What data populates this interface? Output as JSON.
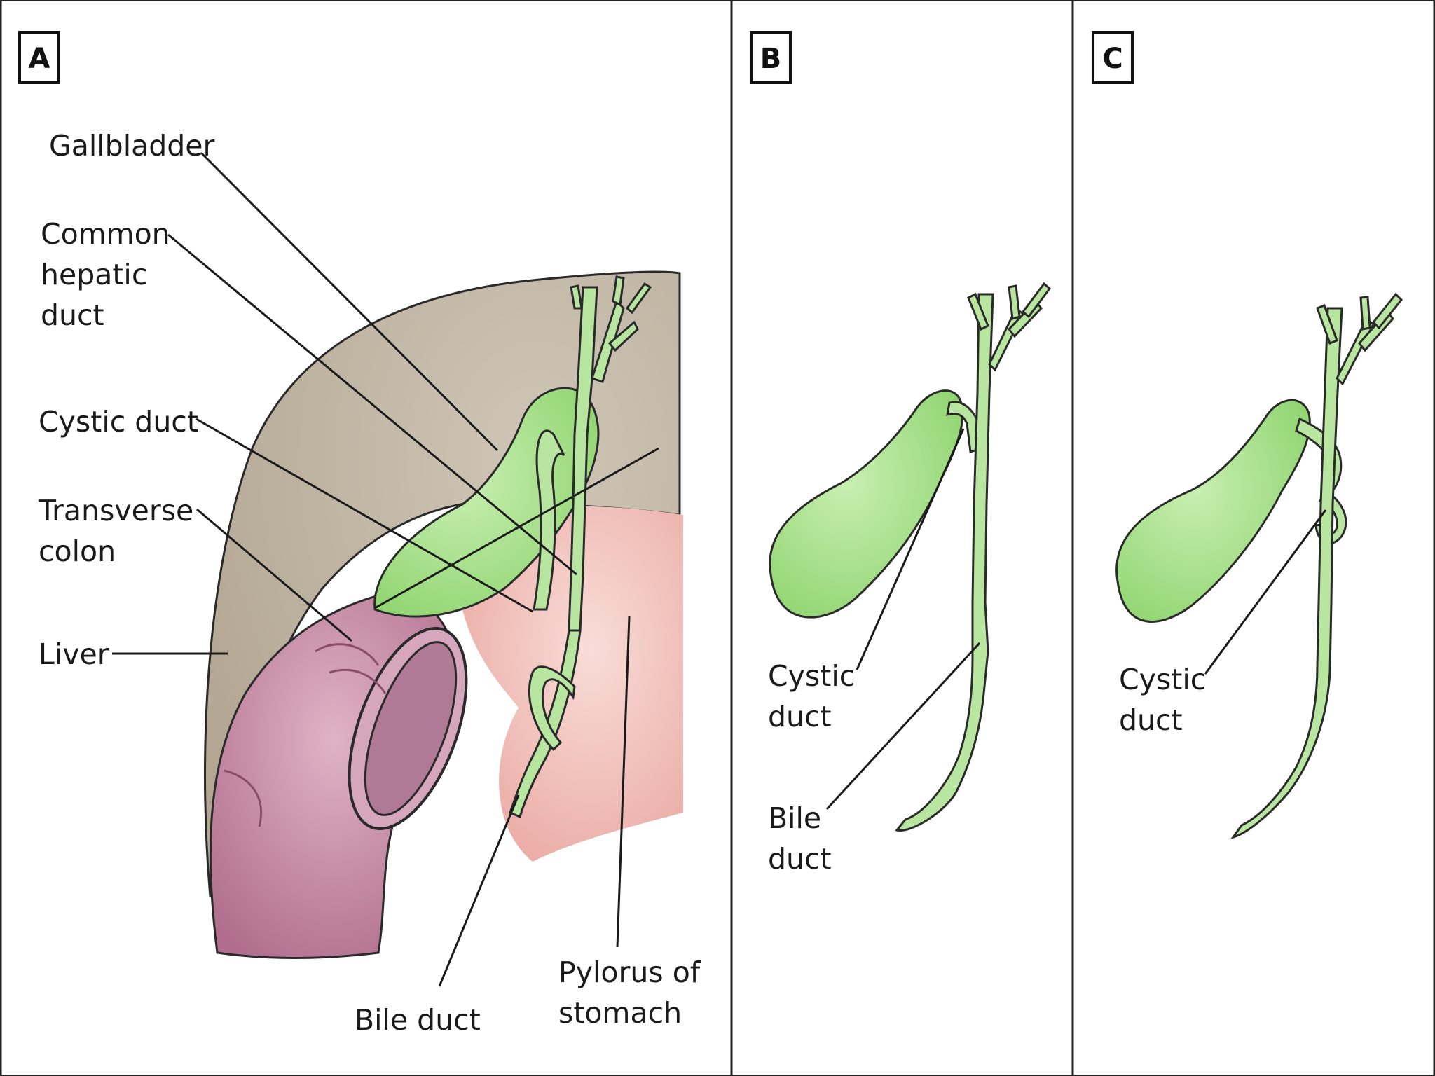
{
  "panels": [
    {
      "letter": "A",
      "labels": {
        "gallbladder": "Gallbladder",
        "common_hepatic_1": "Common",
        "common_hepatic_2": "hepatic",
        "common_hepatic_3": "duct",
        "cystic_duct": "Cystic duct",
        "transverse_1": "Transverse",
        "transverse_2": "colon",
        "liver": "Liver",
        "bile_duct": "Bile duct",
        "pylorus_1": "Pylorus of",
        "pylorus_2": "stomach"
      }
    },
    {
      "letter": "B",
      "labels": {
        "cystic_1": "Cystic",
        "cystic_2": "duct",
        "bile_1": "Bile",
        "bile_2": "duct"
      }
    },
    {
      "letter": "C",
      "labels": {
        "cystic_1": "Cystic",
        "cystic_2": "duct"
      }
    }
  ],
  "colors": {
    "liver": "#b9ad9c",
    "gallbladder": "#a9e08f",
    "duct": "#b8e6a0",
    "colon": "#c98aa6",
    "stomach": "#f3c2bd",
    "outline": "#2a2a2a"
  }
}
